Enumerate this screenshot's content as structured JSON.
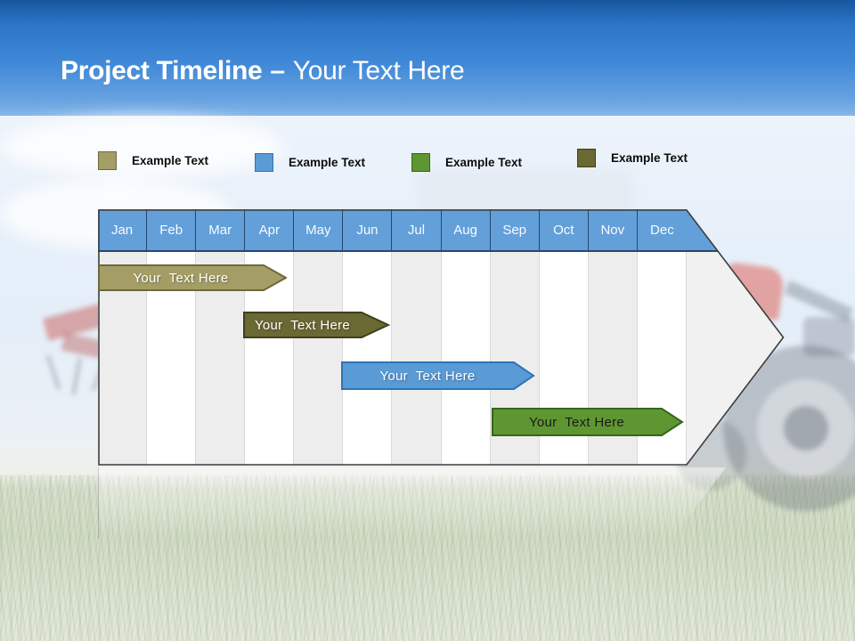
{
  "title": {
    "bold": "Project Timeline",
    "separator": "–",
    "light": "Your Text Here"
  },
  "legend": {
    "items": [
      {
        "label": "Example Text",
        "fill": "#a49e66",
        "border": "#6d693f"
      },
      {
        "label": "Example Text",
        "fill": "#5b9bd5",
        "border": "#2e75b6"
      },
      {
        "label": "Example Text",
        "fill": "#5e9732",
        "border": "#38641c"
      },
      {
        "label": "Example Text",
        "fill": "#6a6833",
        "border": "#3f3e1c"
      }
    ]
  },
  "timeline": {
    "months": [
      "Jan",
      "Feb",
      "Mar",
      "Apr",
      "May",
      "Jun",
      "Jul",
      "Aug",
      "Sep",
      "Oct",
      "Nov",
      "Dec"
    ],
    "header_fill": "#63a0d9",
    "bars": [
      {
        "label": "Your  Text Here",
        "fill": "#a49e66",
        "stroke": "#6d693f",
        "text_color": "#ffffff",
        "span": "Jan–Apr"
      },
      {
        "label": "Your  Text Here",
        "fill": "#6a6833",
        "stroke": "#3f3e1c",
        "text_color": "#ffffff",
        "span": "Apr–Jun"
      },
      {
        "label": "Your  Text Here",
        "fill": "#5b9bd5",
        "stroke": "#2e75b6",
        "text_color": "#ffffff",
        "span": "Jun–Sep"
      },
      {
        "label": "Your  Text Here",
        "fill": "#5e9732",
        "stroke": "#38641c",
        "text_color": "#1a1a1a",
        "span": "Sep–Dec"
      }
    ]
  }
}
